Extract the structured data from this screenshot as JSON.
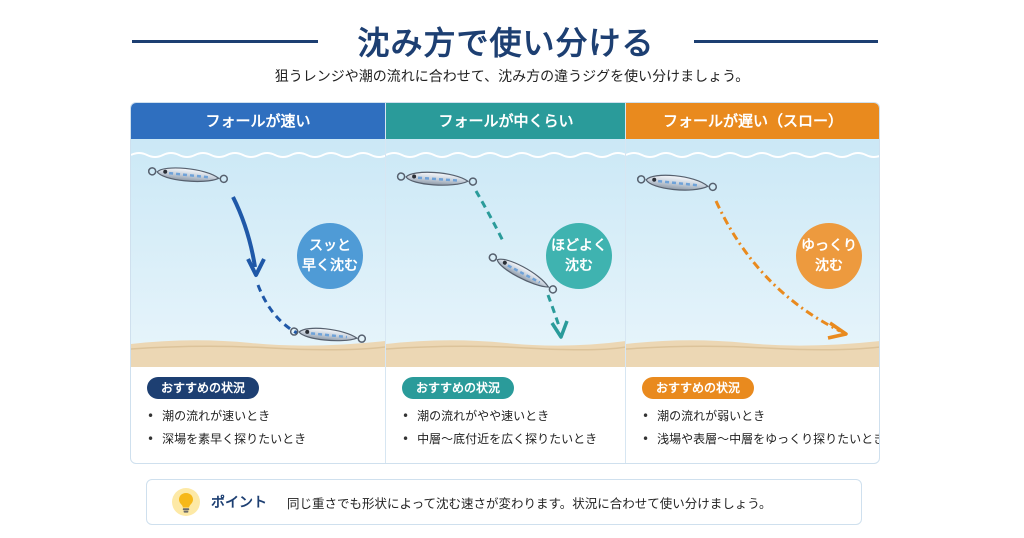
{
  "header": {
    "title": "沈み方で使い分ける",
    "subtitle": "狙うレンジや潮の流れに合わせて、沈み方の違うジグを使い分けましょう。"
  },
  "colors": {
    "navy": "#1d3f72",
    "fast": "#2f6fbf",
    "medium": "#2a9b9a",
    "slow": "#e98a1e",
    "water_top": "#cbe8f6",
    "water_bottom": "#e6f4fb",
    "sand": "#ecd7b4"
  },
  "panels": [
    {
      "id": "fast",
      "header": "フォールが速い",
      "bubble": "スッと\n早く沈む",
      "rec_label": "おすすめの状況",
      "items": [
        "潮の流れが速いとき",
        "深場を素早く探りたいとき"
      ]
    },
    {
      "id": "medium",
      "header": "フォールが中くらい",
      "bubble": "ほどよく\n沈む",
      "rec_label": "おすすめの状況",
      "items": [
        "潮の流れがやや速いとき",
        "中層〜底付近を広く探りたいとき"
      ]
    },
    {
      "id": "slow",
      "header": "フォールが遅い（スロー）",
      "bubble": "ゆっくり\n沈む",
      "rec_label": "おすすめの状況",
      "items": [
        "潮の流れが弱いとき",
        "浅場や表層〜中層をゆっくり探りたいとき"
      ]
    }
  ],
  "point": {
    "label": "ポイント",
    "text": "同じ重さでも形状によって沈む速さが変わります。状況に合わせて使い分けましょう。"
  }
}
